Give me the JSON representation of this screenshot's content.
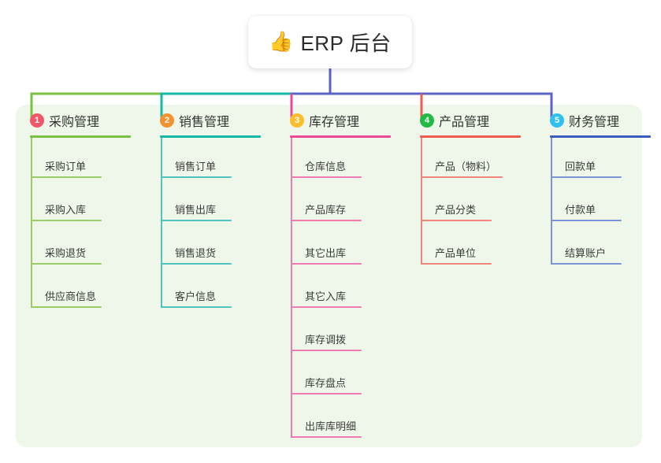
{
  "diagram": {
    "root": {
      "icon": "thumbs-up-icon",
      "emoji": "👍",
      "label": "ERP 后台"
    },
    "panel_color": "#eef7e9",
    "bus_segments": [
      {
        "name": "purchase-segment",
        "color": "#7ac143"
      },
      {
        "name": "sales-segment",
        "color": "#14b8a6"
      },
      {
        "name": "right-segment",
        "color": "#5a64c8"
      }
    ],
    "columns": [
      {
        "index": "1",
        "title": "采购管理",
        "badge_color": "#f2566a",
        "rule_color": "#7ac143",
        "line_color": "#9ccc65",
        "drop_color": "#7ac143",
        "items": [
          {
            "label": "采购订单"
          },
          {
            "label": "采购入库"
          },
          {
            "label": "采购退货"
          },
          {
            "label": "供应商信息"
          }
        ]
      },
      {
        "index": "2",
        "title": "销售管理",
        "badge_color": "#f5922f",
        "rule_color": "#14b8a6",
        "line_color": "#4fc3bd",
        "drop_color": "#14b8a6",
        "items": [
          {
            "label": "销售订单"
          },
          {
            "label": "销售出库"
          },
          {
            "label": "销售退货"
          },
          {
            "label": "客户信息"
          }
        ]
      },
      {
        "index": "3",
        "title": "库存管理",
        "badge_color": "#fbbd2e",
        "rule_color": "#ec4899",
        "line_color": "#ef7bb0",
        "drop_color": "#ec4899",
        "items": [
          {
            "label": "仓库信息"
          },
          {
            "label": "产品库存"
          },
          {
            "label": "其它出库"
          },
          {
            "label": "其它入库"
          },
          {
            "label": "库存调拨"
          },
          {
            "label": "库存盘点"
          },
          {
            "label": "出库库明细"
          }
        ]
      },
      {
        "index": "4",
        "title": "产品管理",
        "badge_color": "#21ba45",
        "rule_color": "#f05a4f",
        "line_color": "#f3867c",
        "drop_color": "#f05a4f",
        "items": [
          {
            "label": "产品（物料）",
            "wide": true
          },
          {
            "label": "产品分类"
          },
          {
            "label": "产品单位"
          }
        ]
      },
      {
        "index": "5",
        "title": "财务管理",
        "badge_color": "#2ec0ee",
        "rule_color": "#3b5bbf",
        "line_color": "#7d94d8",
        "drop_color": "#5a64c8",
        "items": [
          {
            "label": "回款单"
          },
          {
            "label": "付款单"
          },
          {
            "label": "结算账户"
          }
        ]
      }
    ]
  }
}
